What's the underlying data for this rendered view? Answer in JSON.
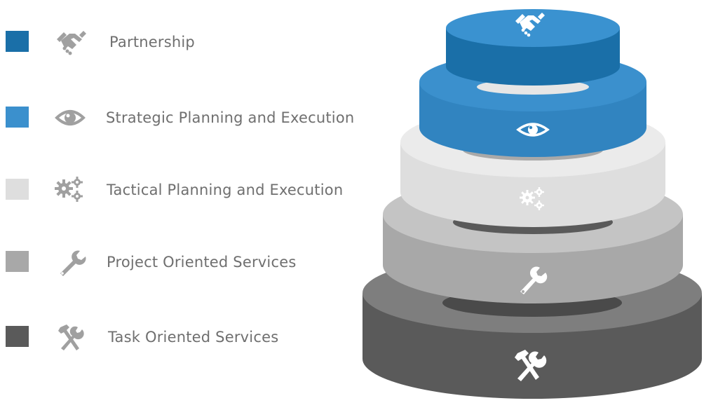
{
  "colors": {
    "partnership": "#1a6fa8",
    "strategic": "#3b90cd",
    "tactical": "#dedede",
    "project": "#a8a8a8",
    "task": "#5a5a5a",
    "legend_icon": "#a0a0a0",
    "label_text": "#6f6f6f"
  },
  "legend": [
    {
      "label": "Partnership",
      "icon": "handshake-icon"
    },
    {
      "label": "Strategic Planning and Execution",
      "icon": "eye-icon"
    },
    {
      "label": "Tactical Planning and Execution",
      "icon": "gears-icon"
    },
    {
      "label": "Project Oriented Services",
      "icon": "wrench-icon"
    },
    {
      "label": "Task Oriented Services",
      "icon": "hammer-wrench-icon"
    }
  ]
}
